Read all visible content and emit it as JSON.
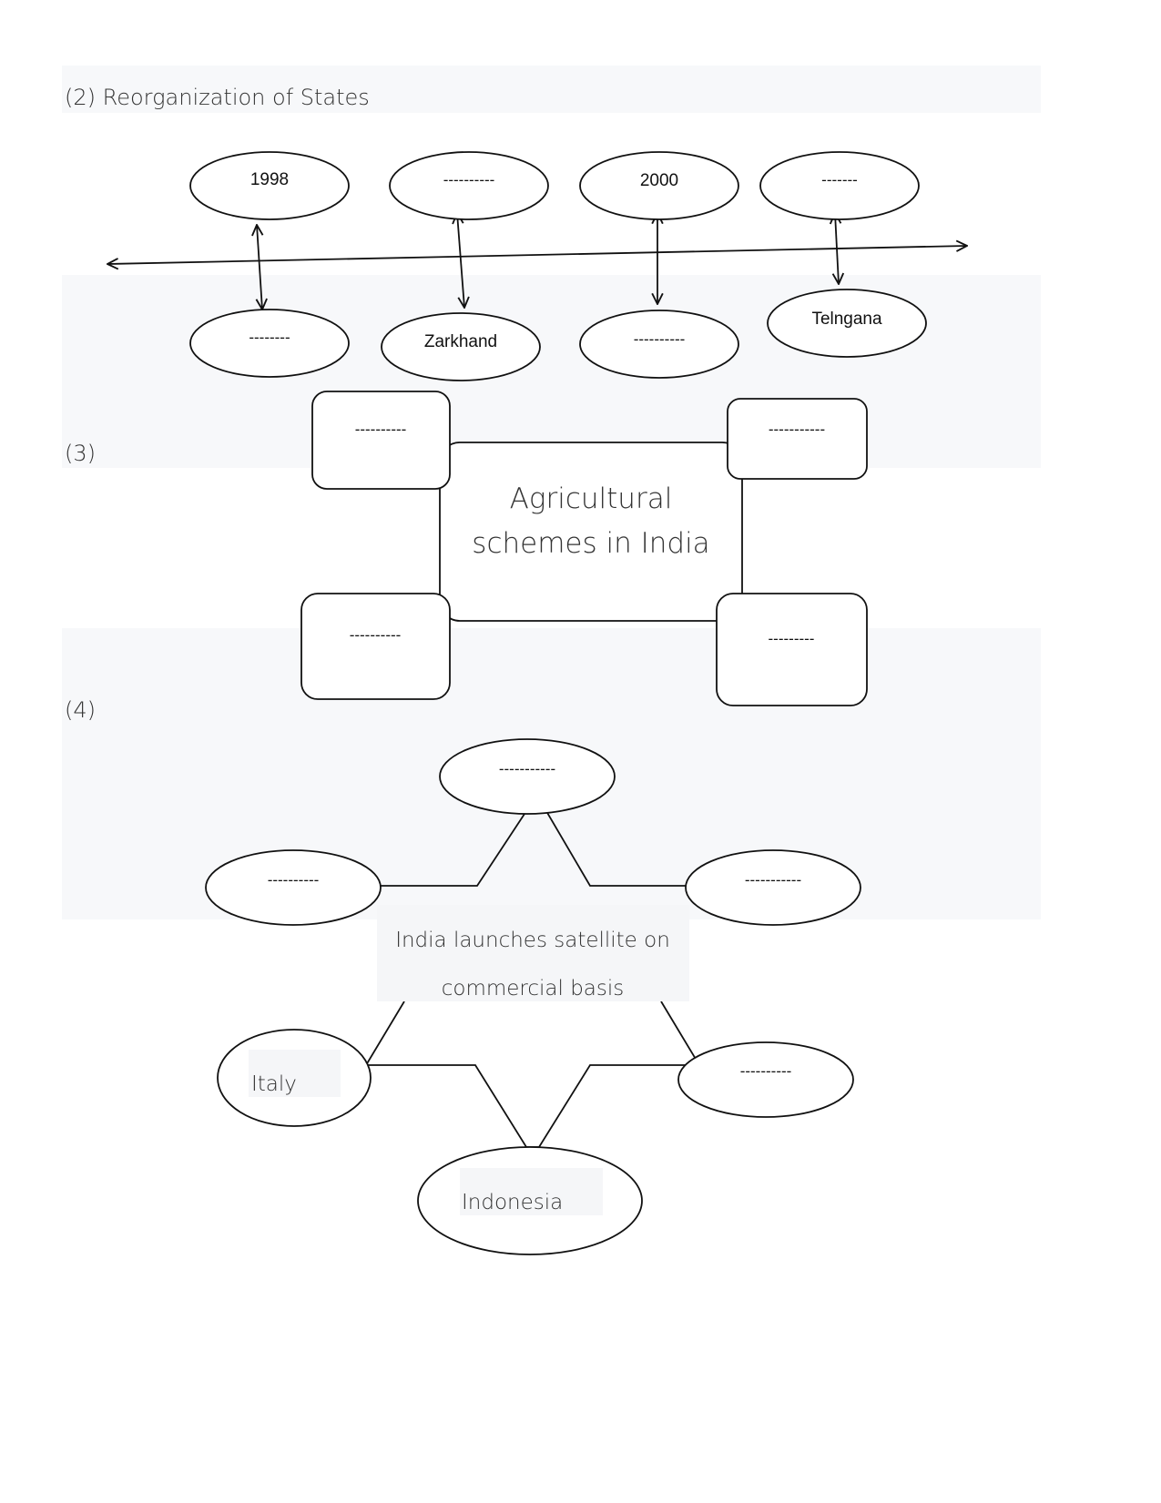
{
  "headings": {
    "section2": "(2) Reorganization of States",
    "section3": "(3)",
    "section4": "(4)"
  },
  "timeline": {
    "top": [
      "1998",
      "----------",
      "2000",
      "-------"
    ],
    "bottom": [
      "--------",
      "Zarkhand",
      "----------",
      "Telngana"
    ]
  },
  "agri": {
    "center_line1": "Agricultural",
    "center_line2": "schemes in India",
    "boxes": [
      "----------",
      "-----------",
      "----------",
      "---------"
    ]
  },
  "satellite": {
    "center_line1": "India launches satellite on",
    "center_line2": "commercial basis",
    "top": "-----------",
    "left": "----------",
    "right": "-----------",
    "bottom_left": "Italy",
    "bottom_right": "----------",
    "bottom": "Indonesia"
  }
}
